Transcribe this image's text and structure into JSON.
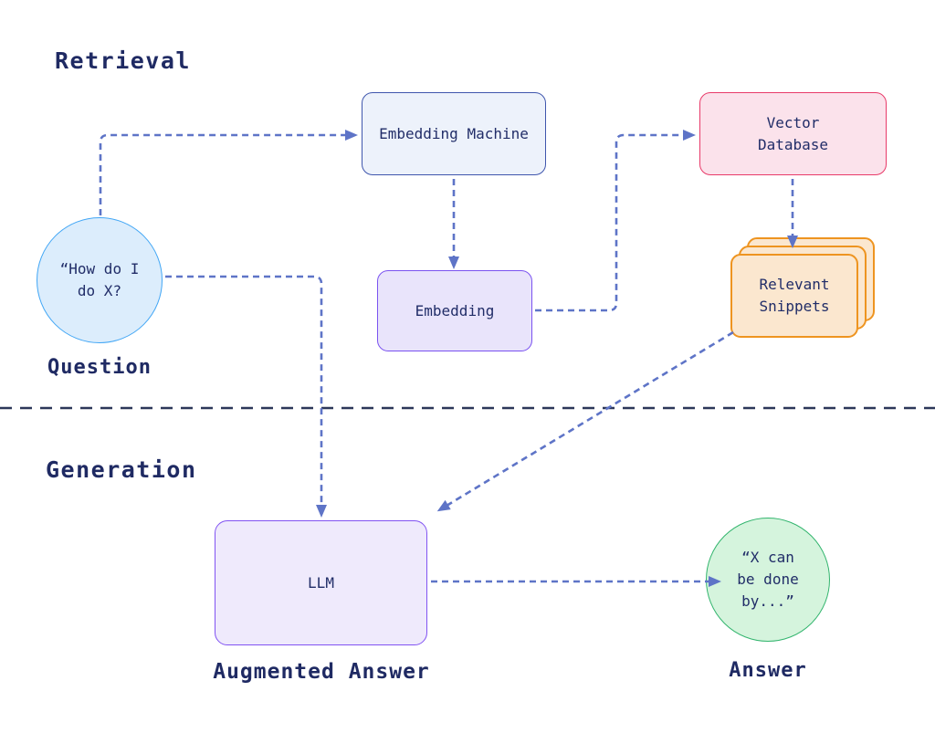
{
  "diagram": {
    "title_context": "Retrieval-Augmented Generation flow",
    "sections": {
      "retrieval_title": "Retrieval",
      "generation_title": "Generation"
    },
    "nodes": {
      "embedding_machine": "Embedding Machine",
      "vector_database": "Vector\nDatabase",
      "question_bubble": "“How do I\ndo X?",
      "question_label": "Question",
      "embedding": "Embedding",
      "relevant_snippets": "Relevant\nSnippets",
      "llm": "LLM",
      "augmented_answer_label": "Augmented Answer",
      "answer_bubble": "“X can\nbe done\nby...”",
      "answer_label": "Answer"
    },
    "colors": {
      "text_navy": "#212d68",
      "arrow_blue": "#5e74c7",
      "divider_navy": "#2c3759",
      "embedding_machine_fill": "#edf2fb",
      "embedding_machine_border": "#3f56ad",
      "vector_database_fill": "#fbe2eb",
      "vector_database_border": "#e83a69",
      "question_fill": "#dcedfc",
      "question_border": "#41a6f5",
      "embedding_fill": "#e9e4fb",
      "embedding_border": "#7a52f0",
      "snippets_fill": "#fbe7cf",
      "snippets_border": "#ee9420",
      "llm_fill": "#efeafc",
      "llm_border": "#8153f2",
      "answer_fill": "#d5f4dd",
      "answer_border": "#33b56e"
    }
  }
}
